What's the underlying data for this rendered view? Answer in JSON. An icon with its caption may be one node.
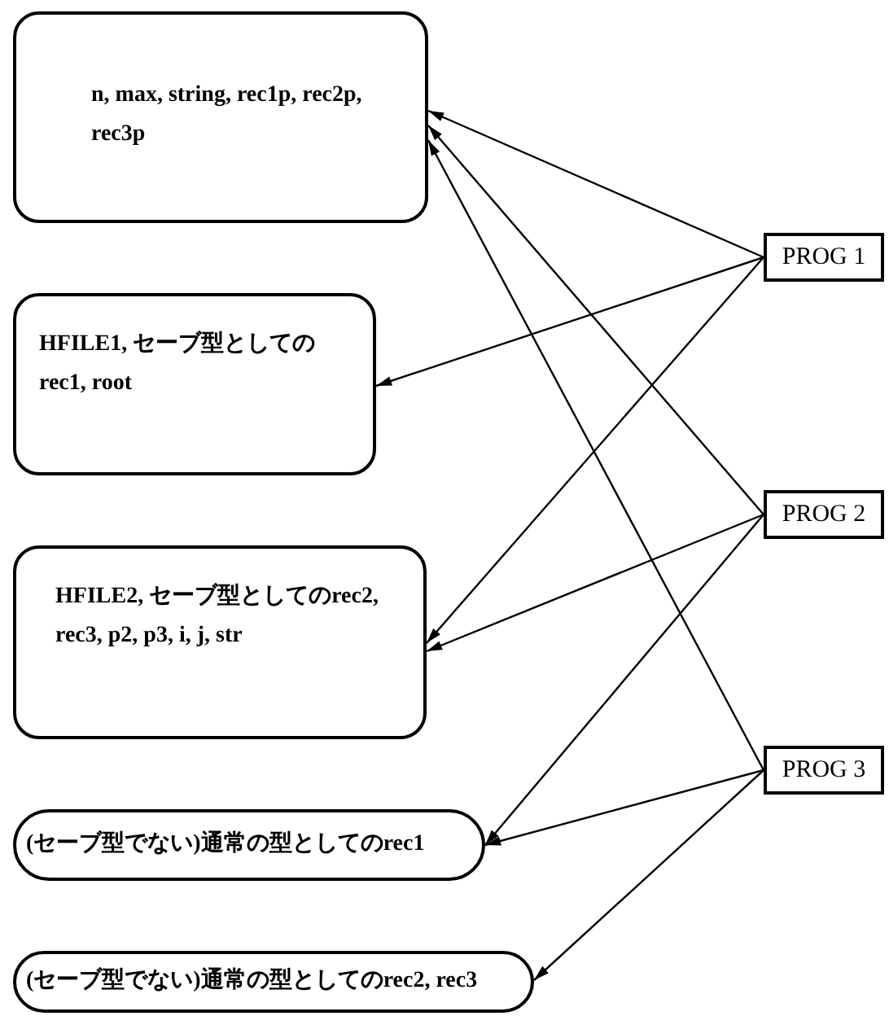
{
  "diagram": {
    "nodes": [
      {
        "text": [
          "n, max, string, rec1p, rec2p, rec3p"
        ]
      },
      {
        "text": [
          "HFILE1, セーブ型としてのrec1, root"
        ]
      },
      {
        "text": [
          "HFILE2, セーブ型としてのrec2, rec3, p2, p3, i, j, str"
        ]
      },
      {
        "text": [
          "(セーブ型でない)通常の型としてのrec1"
        ]
      },
      {
        "text": [
          "(セーブ型でない)通常の型としてのrec2, rec3"
        ]
      },
      {
        "text": [
          "PROG 1"
        ]
      },
      {
        "text": [
          "PROG 2"
        ]
      },
      {
        "text": [
          "PROG 3"
        ]
      }
    ],
    "edges": [
      {
        "from": 5,
        "to": 0,
        "arrow": "to"
      },
      {
        "from": 5,
        "to": 1,
        "arrow": "to"
      },
      {
        "from": 5,
        "to": 2,
        "arrow": "to"
      },
      {
        "from": 6,
        "to": 0,
        "arrow": "to"
      },
      {
        "from": 6,
        "to": 2,
        "arrow": "to"
      },
      {
        "from": 6,
        "to": 3,
        "arrow": "to"
      },
      {
        "from": 7,
        "to": 0,
        "arrow": "to"
      },
      {
        "from": 7,
        "to": 3,
        "arrow": "to"
      },
      {
        "from": 7,
        "to": 4,
        "arrow": "to"
      }
    ]
  }
}
